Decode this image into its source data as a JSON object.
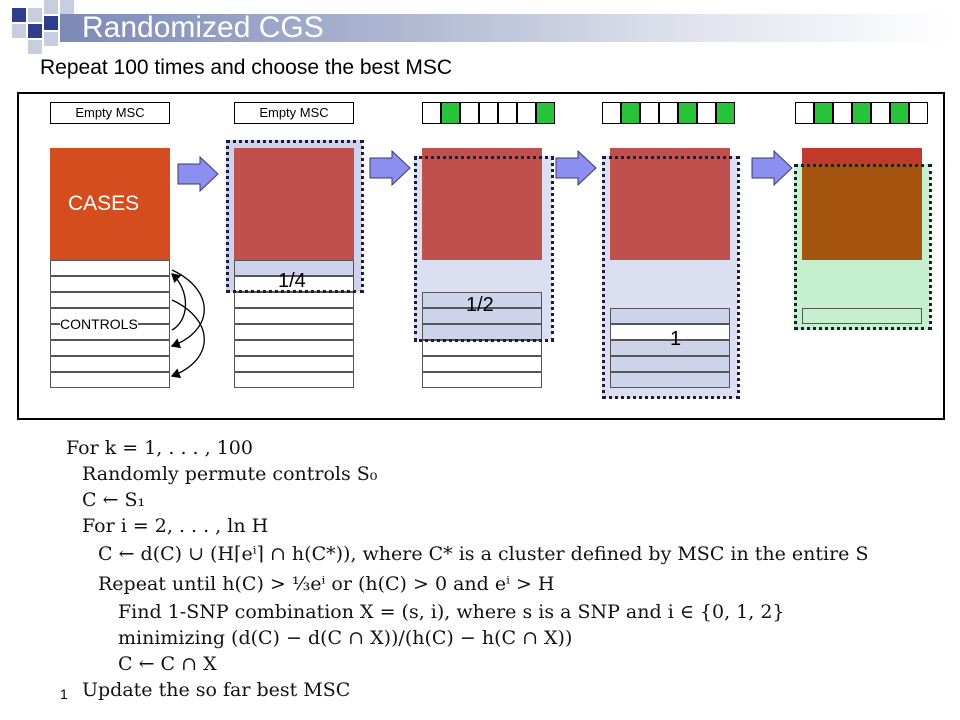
{
  "slide": {
    "title": "Randomized CGS",
    "subtitle": "Repeat 100 times and choose the best MSC",
    "page_number": "1"
  },
  "diagram": {
    "empty_label_1": "Empty MSC",
    "empty_label_2": "Empty MSC",
    "cases_label": "CASES",
    "controls_label": "CONTROLS",
    "frac_1": "1/4",
    "frac_2": "1/2",
    "frac_3": "1"
  },
  "algorithm": {
    "line1": "For k = 1, . . . , 100",
    "line2": "Randomly permute controls S₀",
    "line3": "C ← S₁",
    "line4": "For i = 2, . . . , ln H",
    "line5": "C ← d(C) ∪ (H⌈eⁱ⌉ ∩ h(C*)), where C* is a cluster defined by MSC in the entire S",
    "line6": "Repeat until h(C) > ⅓eⁱ or (h(C) > 0 and eⁱ > H",
    "line7": "Find 1-SNP combination X = (s, i), where s is a SNP and i ∈ {0, 1, 2}",
    "line8": "minimizing (d(C) − d(C ∩ X))/(h(C) − h(C ∩ X))",
    "line9": "C ← C ∩ X",
    "line10": "Update the so far best MSC"
  },
  "colors": {
    "cases": "#c0504d",
    "selected_green": "#27c338",
    "arrow": "#8c8ff0"
  }
}
